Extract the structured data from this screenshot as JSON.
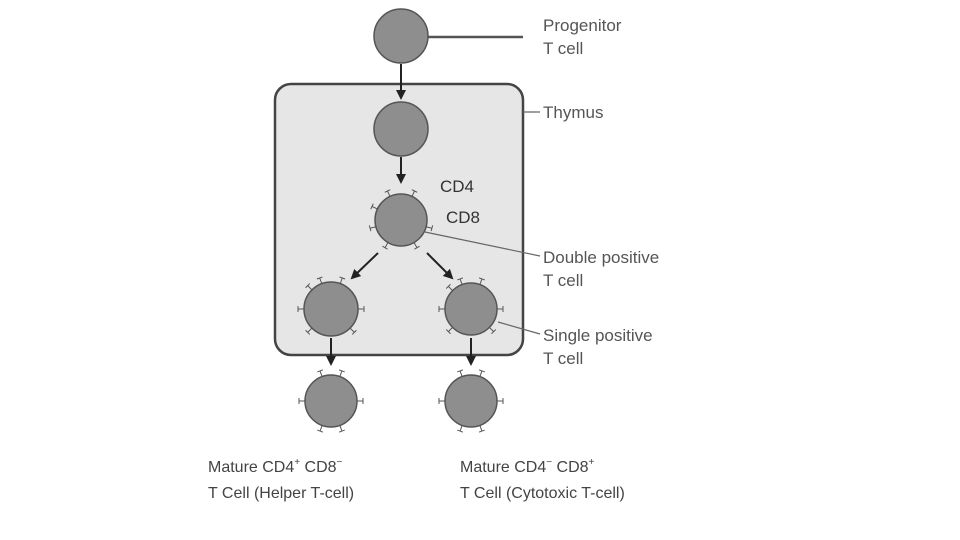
{
  "labels": {
    "progenitor": [
      "Progenitor",
      "T cell"
    ],
    "thymus": "Thymus",
    "cd4": "CD4",
    "cd8": "CD8",
    "double_positive": [
      "Double positive",
      "T cell"
    ],
    "single_positive": [
      "Single positive",
      "T cell"
    ]
  },
  "captions": {
    "helper": {
      "word": "Mature CD4",
      "sup1": "+",
      "mid": " CD8",
      "sup2": "−",
      "line2": "T Cell (Helper T-cell)"
    },
    "cytotoxic": {
      "word": "Mature CD4",
      "sup1": "−",
      "mid": " CD8",
      "sup2": "+",
      "line2": "T Cell (Cytotoxic T-cell)"
    }
  },
  "colors": {
    "cell_fill": "#8e8e8e",
    "cell_stroke": "#555555",
    "thymus_fill": "#e6e6e6",
    "thymus_stroke": "#444444",
    "arrow": "#222222",
    "leader": "#555555"
  }
}
